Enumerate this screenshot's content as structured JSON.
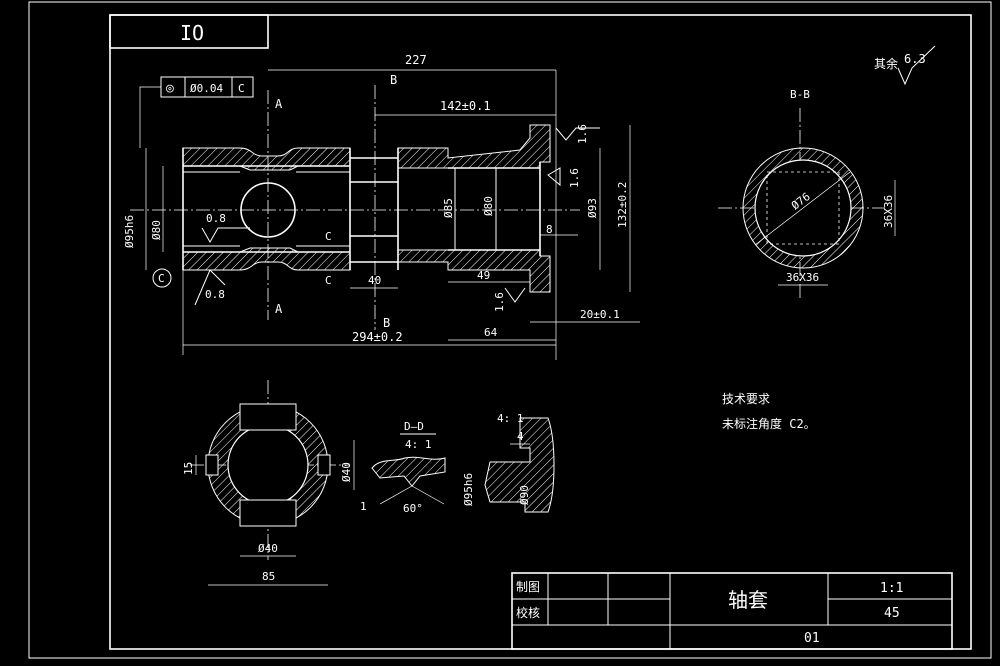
{
  "drawing": {
    "page_label": "IO",
    "roughness_note": "其余",
    "roughness_value": "6.3",
    "section_bb_label": "B-B",
    "section_dd_label": "D—D",
    "section_dd_scale": "4: 1",
    "detail_scale": "4: 1",
    "tech_requirements_title": "技术要求",
    "tech_requirements_text": "未标注角度 C2。",
    "labels": {
      "sec_a": "A",
      "sec_b": "B",
      "chamfer_c": "C",
      "datum_c": "C",
      "gdt_symbol": "◎",
      "gdt_value": "Ø0.04",
      "gdt_datum": "C"
    }
  },
  "dimensions": {
    "overall_length": "227",
    "length_142": "142±0.1",
    "length_294": "294±0.2",
    "length_64": "64",
    "length_49": "49",
    "length_40": "40",
    "length_8": "8",
    "length_20": "20±0.1",
    "length_132": "132±0.2",
    "dia_93": "Ø93",
    "dia_85": "Ø85",
    "dia_80": "Ø80",
    "dia_95_fit": "Ø95h6",
    "dia_80_fit": "Ø80",
    "rough_16a": "1.6",
    "rough_16b": "1.6",
    "rough_16c": "1.6",
    "rough_08a": "0.8",
    "rough_08b": "0.8",
    "bb_dia_76": "Ø76",
    "bb_36x36_h": "36X36",
    "bb_36x36_v": "36X36",
    "a_dia_40_h": "Ø40",
    "a_dia_40_v": "Ø40",
    "a_width_85": "85",
    "a_width_15": "15",
    "dd_angle": "60°",
    "dd_depth": "1",
    "detail_4": "4",
    "detail_dia_95": "Ø95h6",
    "detail_dia_r": "Ø90"
  },
  "title_block": {
    "drawn_label": "制图",
    "checked_label": "校核",
    "part_name": "轴套",
    "scale": "1:1",
    "material": "45",
    "drawing_no": "01"
  }
}
